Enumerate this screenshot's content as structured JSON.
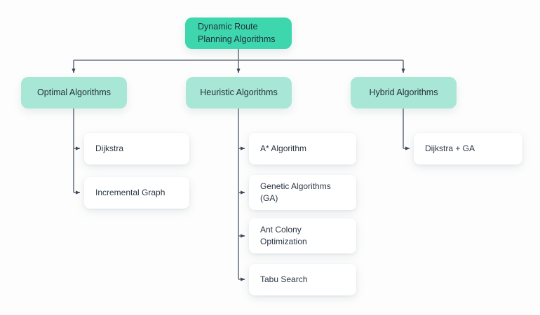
{
  "diagram": {
    "type": "hierarchy-tree",
    "title": "Dynamic Route Planning Algorithms",
    "colors": {
      "background": "#fdfdfd",
      "root_fill": "#3ed6ad",
      "category_fill": "#a8e6d5",
      "leaf_fill": "#ffffff",
      "connector": "#5f6b7a",
      "text": "#23303c"
    },
    "root": {
      "label": "Dynamic Route\nPlanning Algorithms"
    },
    "branches": [
      {
        "label": "Optimal Algorithms",
        "children": [
          {
            "label": "Dijkstra"
          },
          {
            "label": "Incremental Graph"
          }
        ]
      },
      {
        "label": "Heuristic Algorithms",
        "children": [
          {
            "label": "A* Algorithm"
          },
          {
            "label": "Genetic Algorithms\n(GA)"
          },
          {
            "label": "Ant Colony\nOptimization"
          },
          {
            "label": "Tabu Search"
          }
        ]
      },
      {
        "label": "Hybrid Algorithms",
        "children": [
          {
            "label": "Dijkstra + GA"
          }
        ]
      }
    ]
  }
}
